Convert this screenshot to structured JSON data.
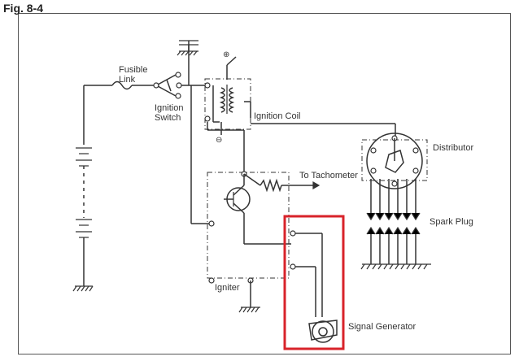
{
  "figure": {
    "title": "Fig. 8-4"
  },
  "labels": {
    "fusible_link_1": "Fusible",
    "fusible_link_2": "Link",
    "ignition_switch_1": "Ignition",
    "ignition_switch_2": "Switch",
    "ignition_coil": "Ignition Coil",
    "distributor": "Distributor",
    "to_tachometer": "To Tachometer",
    "spark_plug": "Spark Plug",
    "igniter": "Igniter",
    "signal_generator": "Signal Generator"
  },
  "symbols": {
    "plus": "⊕",
    "minus": "⊖"
  },
  "highlight": {
    "color": "#d8232a"
  }
}
